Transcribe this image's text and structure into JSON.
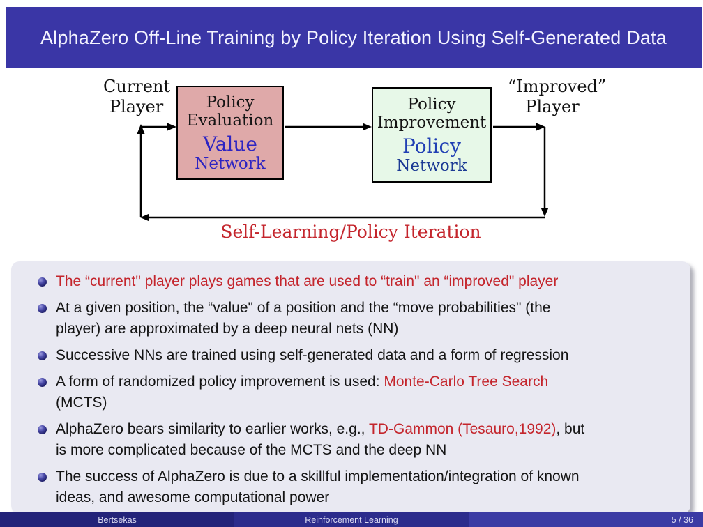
{
  "colors": {
    "titlebar_bg": "#3a36a6",
    "panel_bg": "#e9e9f2",
    "box1_bg": "#dfa9a9",
    "box2_bg": "#e7f8e8",
    "diagram_blue1": "#2d24c2",
    "diagram_blue2": "#2140b4",
    "diagram_blue3": "#1c3a94",
    "accent_red": "#c4252c",
    "text_black": "#141414",
    "footer_left_bg": "#232379",
    "footer_mid_bg": "#2c2c8c",
    "footer_right_bg": "#3b3ba4",
    "footer_text": "#dcdcf2"
  },
  "header": {
    "title": "AlphaZero Off-Line Training by Policy Iteration Using Self-Generated Data"
  },
  "diagram": {
    "current_player": {
      "line1": "Current",
      "line2": "Player"
    },
    "improved_player": {
      "line1": "“Improved”",
      "line2": "Player"
    },
    "eval_box": {
      "title1": "Policy",
      "title2": "Evaluation",
      "net1": "Value",
      "net2": "Network"
    },
    "improve_box": {
      "title1": "Policy",
      "title2": "Improvement",
      "net1": "Policy",
      "net2": "Network"
    },
    "loop_label": "Self-Learning/Policy Iteration",
    "loop_label_color": "accent_red"
  },
  "bullets": [
    {
      "lines": [
        {
          "segments": [
            {
              "text": "The “current\" player plays games that are used to “train\" an “improved\" player",
              "color": "accent_red"
            }
          ]
        }
      ]
    },
    {
      "lines": [
        {
          "segments": [
            {
              "text": "At a given position, the “value\" of a position and the “move probabilities\" (the",
              "color": "text_black"
            }
          ]
        },
        {
          "segments": [
            {
              "text": "player) are approximated by a deep neural nets (NN)",
              "color": "text_black"
            }
          ]
        }
      ]
    },
    {
      "lines": [
        {
          "segments": [
            {
              "text": "Successive NNs are trained using self-generated data and a form of regression",
              "color": "text_black"
            }
          ]
        }
      ]
    },
    {
      "lines": [
        {
          "segments": [
            {
              "text": "A form of randomized policy improvement is used: ",
              "color": "text_black"
            },
            {
              "text": "Monte-Carlo Tree Search",
              "color": "accent_red"
            }
          ]
        },
        {
          "segments": [
            {
              "text": "(MCTS)",
              "color": "text_black"
            }
          ]
        }
      ]
    },
    {
      "lines": [
        {
          "segments": [
            {
              "text": "AlphaZero bears similarity to earlier works, e.g., ",
              "color": "text_black"
            },
            {
              "text": "TD-Gammon (Tesauro,1992)",
              "color": "accent_red"
            },
            {
              "text": ", but",
              "color": "text_black"
            }
          ]
        },
        {
          "segments": [
            {
              "text": "is more complicated because of the MCTS and the deep NN",
              "color": "text_black"
            }
          ]
        }
      ]
    },
    {
      "lines": [
        {
          "segments": [
            {
              "text": "The success of AlphaZero is due to a skillful implementation/integration of known",
              "color": "text_black"
            }
          ]
        },
        {
          "segments": [
            {
              "text": "ideas, and awesome computational power",
              "color": "text_black"
            }
          ]
        }
      ]
    }
  ],
  "footer": {
    "author": "Bertsekas",
    "deck_title": "Reinforcement Learning",
    "page": "5 / 36"
  }
}
